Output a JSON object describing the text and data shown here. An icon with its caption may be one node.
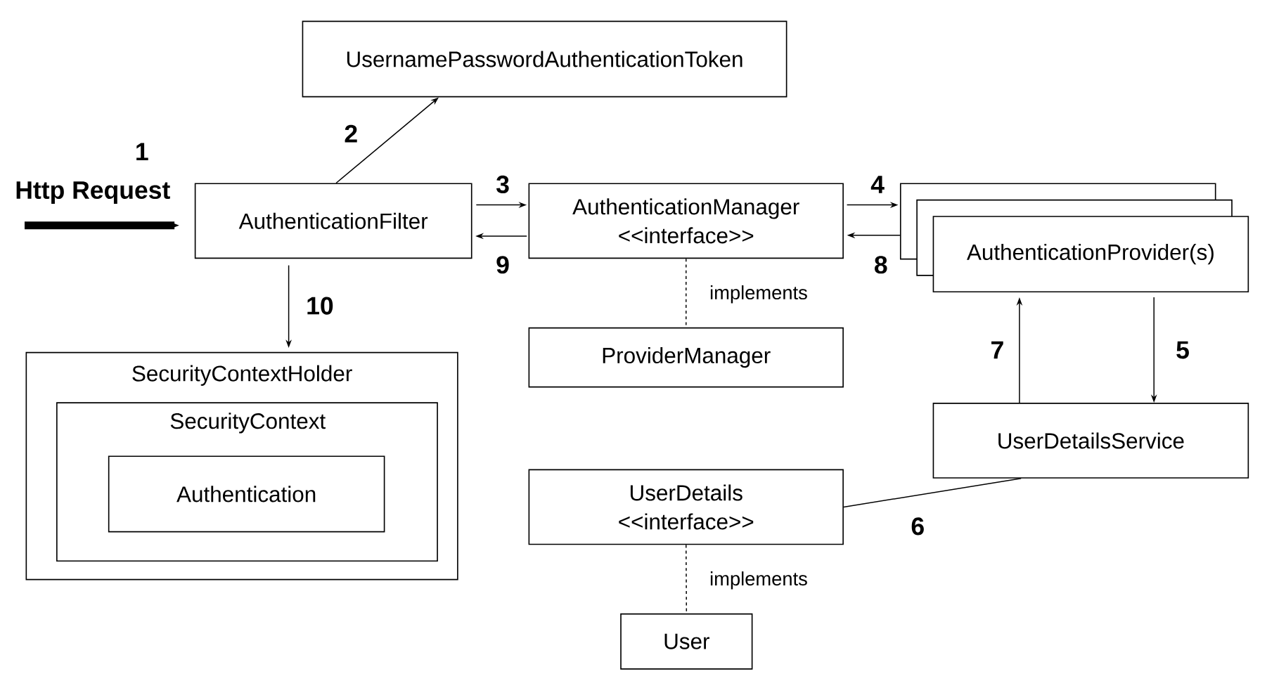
{
  "diagram": {
    "nodes": [
      {
        "text": [
          "UsernamePasswordAuthenticationToken"
        ]
      },
      {
        "text": [
          "AuthenticationFilter"
        ]
      },
      {
        "text": [
          "AuthenticationManager",
          "<<interface>>"
        ]
      },
      {
        "text": [
          "ProviderManager"
        ]
      },
      {
        "text": [
          "AuthenticationProvider(s)"
        ]
      },
      {
        "text": [
          "SecurityContextHolder"
        ]
      },
      {
        "text": [
          "SecurityContext"
        ],
        "in": 5
      },
      {
        "text": [
          "Authentication"
        ],
        "in": 6
      },
      {
        "text": [
          "UserDetailsService"
        ]
      },
      {
        "text": [
          "UserDetails",
          "<<interface>>"
        ]
      },
      {
        "text": [
          "User"
        ]
      }
    ],
    "edges": [
      {
        "from": null,
        "to": 1,
        "arrow": "to",
        "label": "Http Request",
        "style": "thick"
      },
      {
        "from": 1,
        "to": 0,
        "arrow": "to",
        "label": "2"
      },
      {
        "from": 1,
        "to": 2,
        "arrow": "to",
        "label": "3"
      },
      {
        "from": 2,
        "to": 1,
        "arrow": "to",
        "label": "9"
      },
      {
        "from": 2,
        "to": 4,
        "arrow": "to",
        "label": "4"
      },
      {
        "from": 4,
        "to": 2,
        "arrow": "to",
        "label": "8"
      },
      {
        "from": 2,
        "to": 3,
        "arrow": "none",
        "label": "implements",
        "style": "dashed"
      },
      {
        "from": 1,
        "to": 5,
        "arrow": "to",
        "label": "10"
      },
      {
        "from": 4,
        "to": 8,
        "arrow": "to",
        "label": "5"
      },
      {
        "from": 8,
        "to": 4,
        "arrow": "to",
        "label": "7"
      },
      {
        "from": 8,
        "to": 9,
        "arrow": "none",
        "label": "6"
      },
      {
        "from": 9,
        "to": 10,
        "arrow": "none",
        "label": "implements",
        "style": "dashed"
      }
    ],
    "labels": [
      "1"
    ]
  }
}
